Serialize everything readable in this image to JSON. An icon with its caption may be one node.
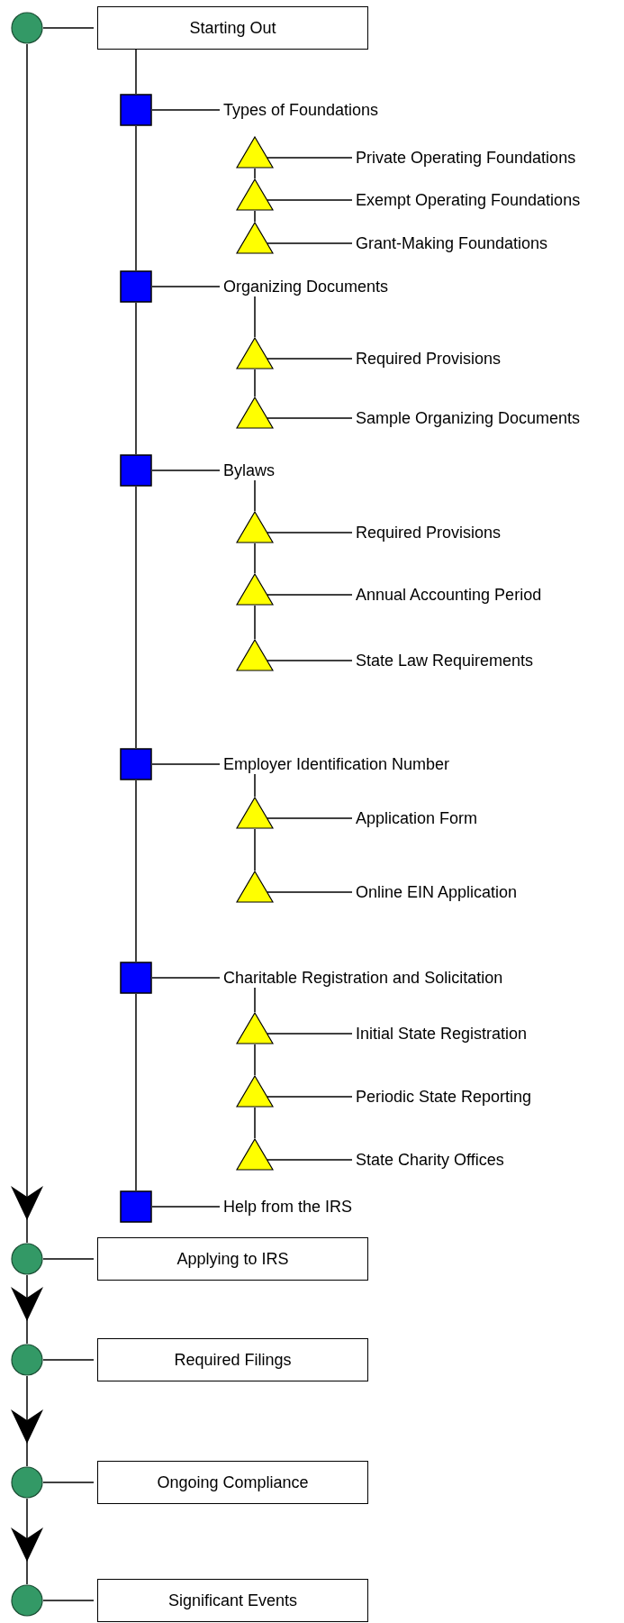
{
  "diagram": {
    "nodes": [
      {
        "text": [],
        "shape": "circle"
      },
      {
        "text": [
          "Starting Out"
        ]
      },
      {
        "text": [],
        "shape": "box"
      },
      {
        "text": [
          "Types of Foundations"
        ]
      },
      {
        "text": [],
        "shape": "triangle"
      },
      {
        "text": [
          "Private Operating Foundations"
        ]
      },
      {
        "text": [],
        "shape": "triangle"
      },
      {
        "text": [
          "Exempt Operating Foundations"
        ]
      },
      {
        "text": [],
        "shape": "triangle"
      },
      {
        "text": [
          "Grant-Making Foundations"
        ]
      },
      {
        "text": [],
        "shape": "box"
      },
      {
        "text": [
          "Organizing Documents"
        ]
      },
      {
        "text": [],
        "shape": "triangle"
      },
      {
        "text": [
          "Required Provisions"
        ]
      },
      {
        "text": [],
        "shape": "triangle"
      },
      {
        "text": [
          "Sample Organizing Documents"
        ]
      },
      {
        "text": [],
        "shape": "box"
      },
      {
        "text": [
          "Bylaws"
        ]
      },
      {
        "text": [],
        "shape": "triangle"
      },
      {
        "text": [
          "Required Provisions"
        ]
      },
      {
        "text": [],
        "shape": "triangle"
      },
      {
        "text": [
          "Annual Accounting Period"
        ]
      },
      {
        "text": [],
        "shape": "triangle"
      },
      {
        "text": [
          "State Law Requirements"
        ]
      },
      {
        "text": [],
        "shape": "box"
      },
      {
        "text": [
          "Employer Identification Number"
        ]
      },
      {
        "text": [],
        "shape": "triangle"
      },
      {
        "text": [
          "Application Form"
        ]
      },
      {
        "text": [],
        "shape": "triangle"
      },
      {
        "text": [
          "Online EIN Application"
        ]
      },
      {
        "text": [],
        "shape": "box"
      },
      {
        "text": [
          "Charitable Registration and Solicitation"
        ]
      },
      {
        "text": [],
        "shape": "triangle"
      },
      {
        "text": [
          "Initial State Registration"
        ]
      },
      {
        "text": [],
        "shape": "triangle"
      },
      {
        "text": [
          "Periodic State Reporting"
        ]
      },
      {
        "text": [],
        "shape": "triangle"
      },
      {
        "text": [
          "State Charity Offices"
        ]
      },
      {
        "text": [],
        "shape": "box"
      },
      {
        "text": [
          "Help from the IRS"
        ]
      },
      {
        "text": [],
        "shape": "circle"
      },
      {
        "text": [
          "Applying to IRS"
        ]
      },
      {
        "text": [],
        "shape": "circle"
      },
      {
        "text": [
          "Required Filings"
        ]
      },
      {
        "text": [],
        "shape": "circle"
      },
      {
        "text": [
          "Ongoing Compliance"
        ]
      },
      {
        "text": [],
        "shape": "circle"
      },
      {
        "text": [
          "Significant Events"
        ]
      }
    ],
    "edges": [
      {
        "from": 0,
        "to": 1,
        "arrow": "none"
      },
      {
        "from": 0,
        "to": 40,
        "arrow": "to"
      },
      {
        "from": 1,
        "to": 2,
        "arrow": "none"
      },
      {
        "from": 2,
        "to": 3,
        "arrow": "none"
      },
      {
        "from": 4,
        "to": 5,
        "arrow": "none"
      },
      {
        "from": 4,
        "to": 6,
        "arrow": "none"
      },
      {
        "from": 6,
        "to": 7,
        "arrow": "none"
      },
      {
        "from": 6,
        "to": 8,
        "arrow": "none"
      },
      {
        "from": 8,
        "to": 9,
        "arrow": "none"
      },
      {
        "from": 2,
        "to": 10,
        "arrow": "none"
      },
      {
        "from": 10,
        "to": 11,
        "arrow": "none"
      },
      {
        "from": 11,
        "to": 12,
        "arrow": "none"
      },
      {
        "from": 12,
        "to": 13,
        "arrow": "none"
      },
      {
        "from": 12,
        "to": 14,
        "arrow": "none"
      },
      {
        "from": 14,
        "to": 15,
        "arrow": "none"
      },
      {
        "from": 10,
        "to": 16,
        "arrow": "none"
      },
      {
        "from": 16,
        "to": 17,
        "arrow": "none"
      },
      {
        "from": 17,
        "to": 18,
        "arrow": "none"
      },
      {
        "from": 18,
        "to": 19,
        "arrow": "none"
      },
      {
        "from": 18,
        "to": 20,
        "arrow": "none"
      },
      {
        "from": 20,
        "to": 21,
        "arrow": "none"
      },
      {
        "from": 20,
        "to": 22,
        "arrow": "none"
      },
      {
        "from": 22,
        "to": 23,
        "arrow": "none"
      },
      {
        "from": 16,
        "to": 24,
        "arrow": "none"
      },
      {
        "from": 24,
        "to": 25,
        "arrow": "none"
      },
      {
        "from": 25,
        "to": 26,
        "arrow": "none"
      },
      {
        "from": 26,
        "to": 27,
        "arrow": "none"
      },
      {
        "from": 26,
        "to": 28,
        "arrow": "none"
      },
      {
        "from": 28,
        "to": 29,
        "arrow": "none"
      },
      {
        "from": 24,
        "to": 30,
        "arrow": "none"
      },
      {
        "from": 30,
        "to": 31,
        "arrow": "none"
      },
      {
        "from": 31,
        "to": 32,
        "arrow": "none"
      },
      {
        "from": 32,
        "to": 33,
        "arrow": "none"
      },
      {
        "from": 32,
        "to": 34,
        "arrow": "none"
      },
      {
        "from": 34,
        "to": 35,
        "arrow": "none"
      },
      {
        "from": 34,
        "to": 36,
        "arrow": "none"
      },
      {
        "from": 36,
        "to": 37,
        "arrow": "none"
      },
      {
        "from": 30,
        "to": 38,
        "arrow": "none"
      },
      {
        "from": 38,
        "to": 39,
        "arrow": "none"
      },
      {
        "from": 40,
        "to": 41,
        "arrow": "none"
      },
      {
        "from": 40,
        "to": 42,
        "arrow": "to"
      },
      {
        "from": 42,
        "to": 43,
        "arrow": "none"
      },
      {
        "from": 42,
        "to": 44,
        "arrow": "to"
      },
      {
        "from": 44,
        "to": 45,
        "arrow": "none"
      },
      {
        "from": 44,
        "to": 46,
        "arrow": "to"
      },
      {
        "from": 46,
        "to": 47,
        "arrow": "none"
      }
    ]
  }
}
